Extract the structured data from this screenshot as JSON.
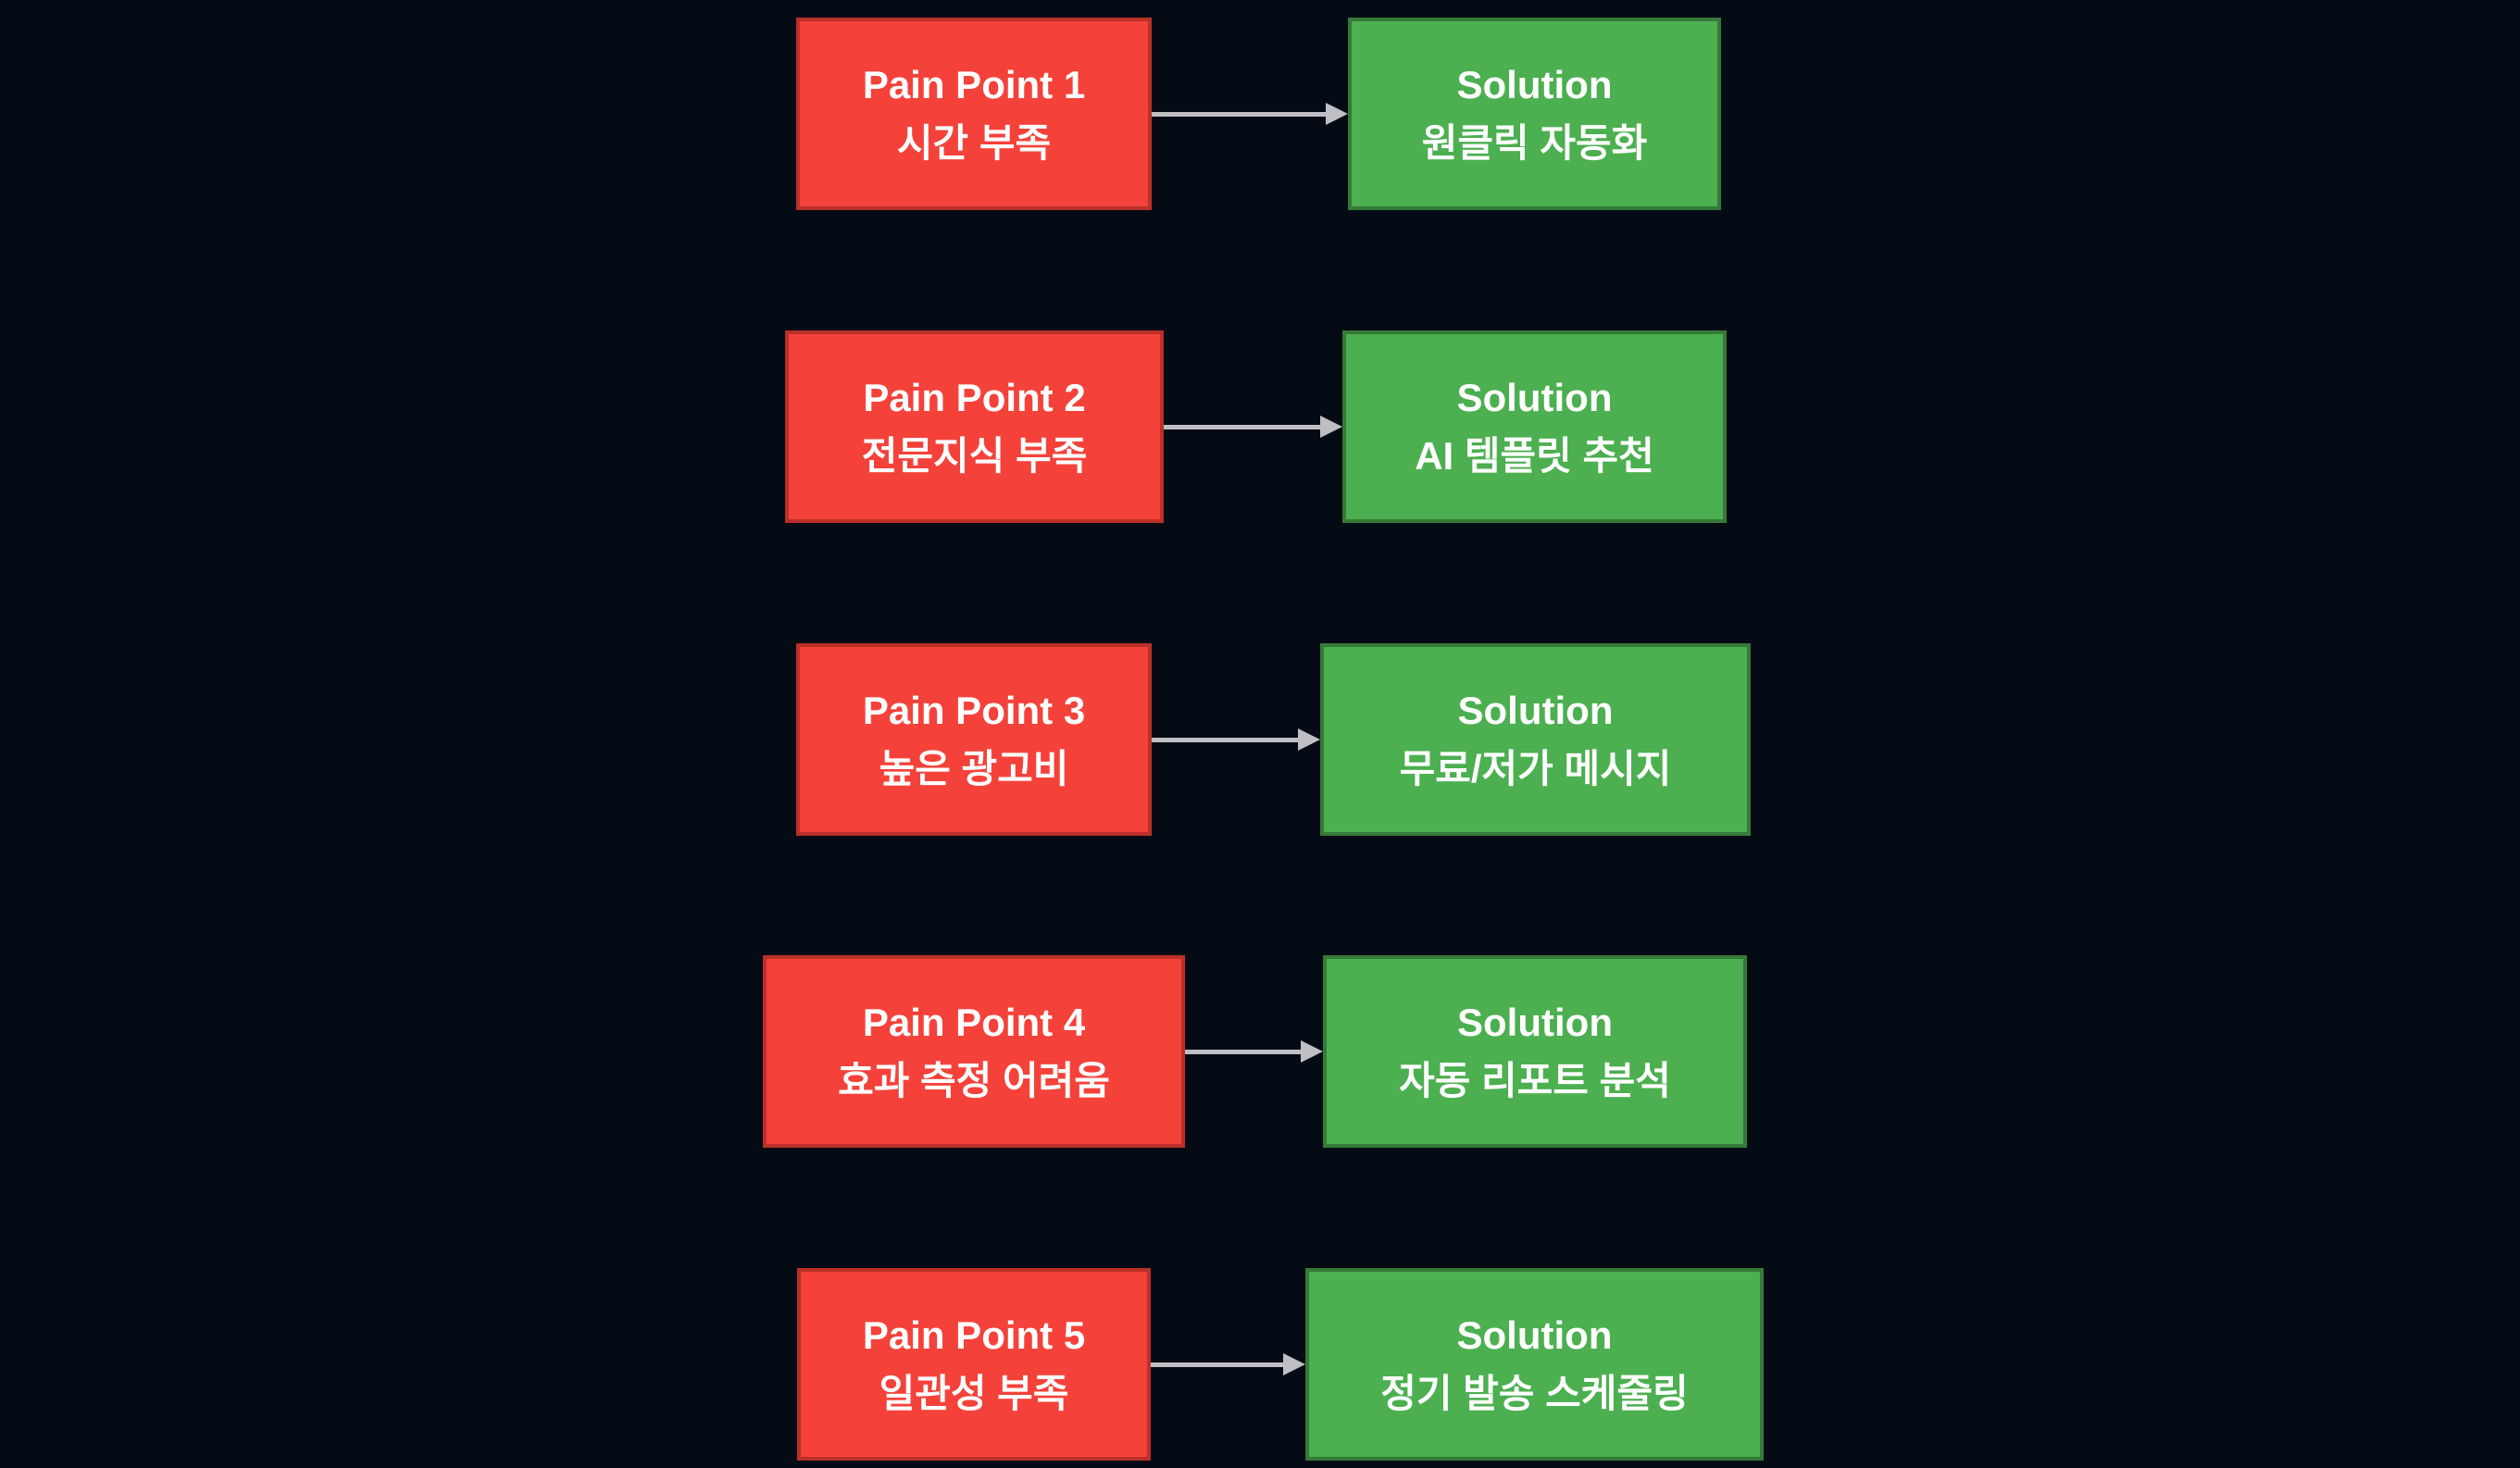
{
  "diagram": {
    "type": "flowchart",
    "background_color": "#050b15",
    "colors": {
      "pain_fill": "#f4423a",
      "pain_border": "#bb3028",
      "solution_fill": "#4caf50",
      "solution_border": "#357a38",
      "arrow": "#bfbfc3",
      "text": "#ffffff"
    },
    "rows": [
      {
        "pain": {
          "title": "Pain Point 1",
          "subtitle": "시간 부족"
        },
        "solution": {
          "title": "Solution",
          "subtitle": "원클릭 자동화"
        }
      },
      {
        "pain": {
          "title": "Pain Point 2",
          "subtitle": "전문지식 부족"
        },
        "solution": {
          "title": "Solution",
          "subtitle": "AI 템플릿 추천"
        }
      },
      {
        "pain": {
          "title": "Pain Point 3",
          "subtitle": "높은 광고비"
        },
        "solution": {
          "title": "Solution",
          "subtitle": "무료/저가 메시지"
        }
      },
      {
        "pain": {
          "title": "Pain Point 4",
          "subtitle": "효과 측정 어려움"
        },
        "solution": {
          "title": "Solution",
          "subtitle": "자동 리포트 분석"
        }
      },
      {
        "pain": {
          "title": "Pain Point 5",
          "subtitle": "일관성 부족"
        },
        "solution": {
          "title": "Solution",
          "subtitle": "정기 발송 스케줄링"
        }
      }
    ]
  }
}
